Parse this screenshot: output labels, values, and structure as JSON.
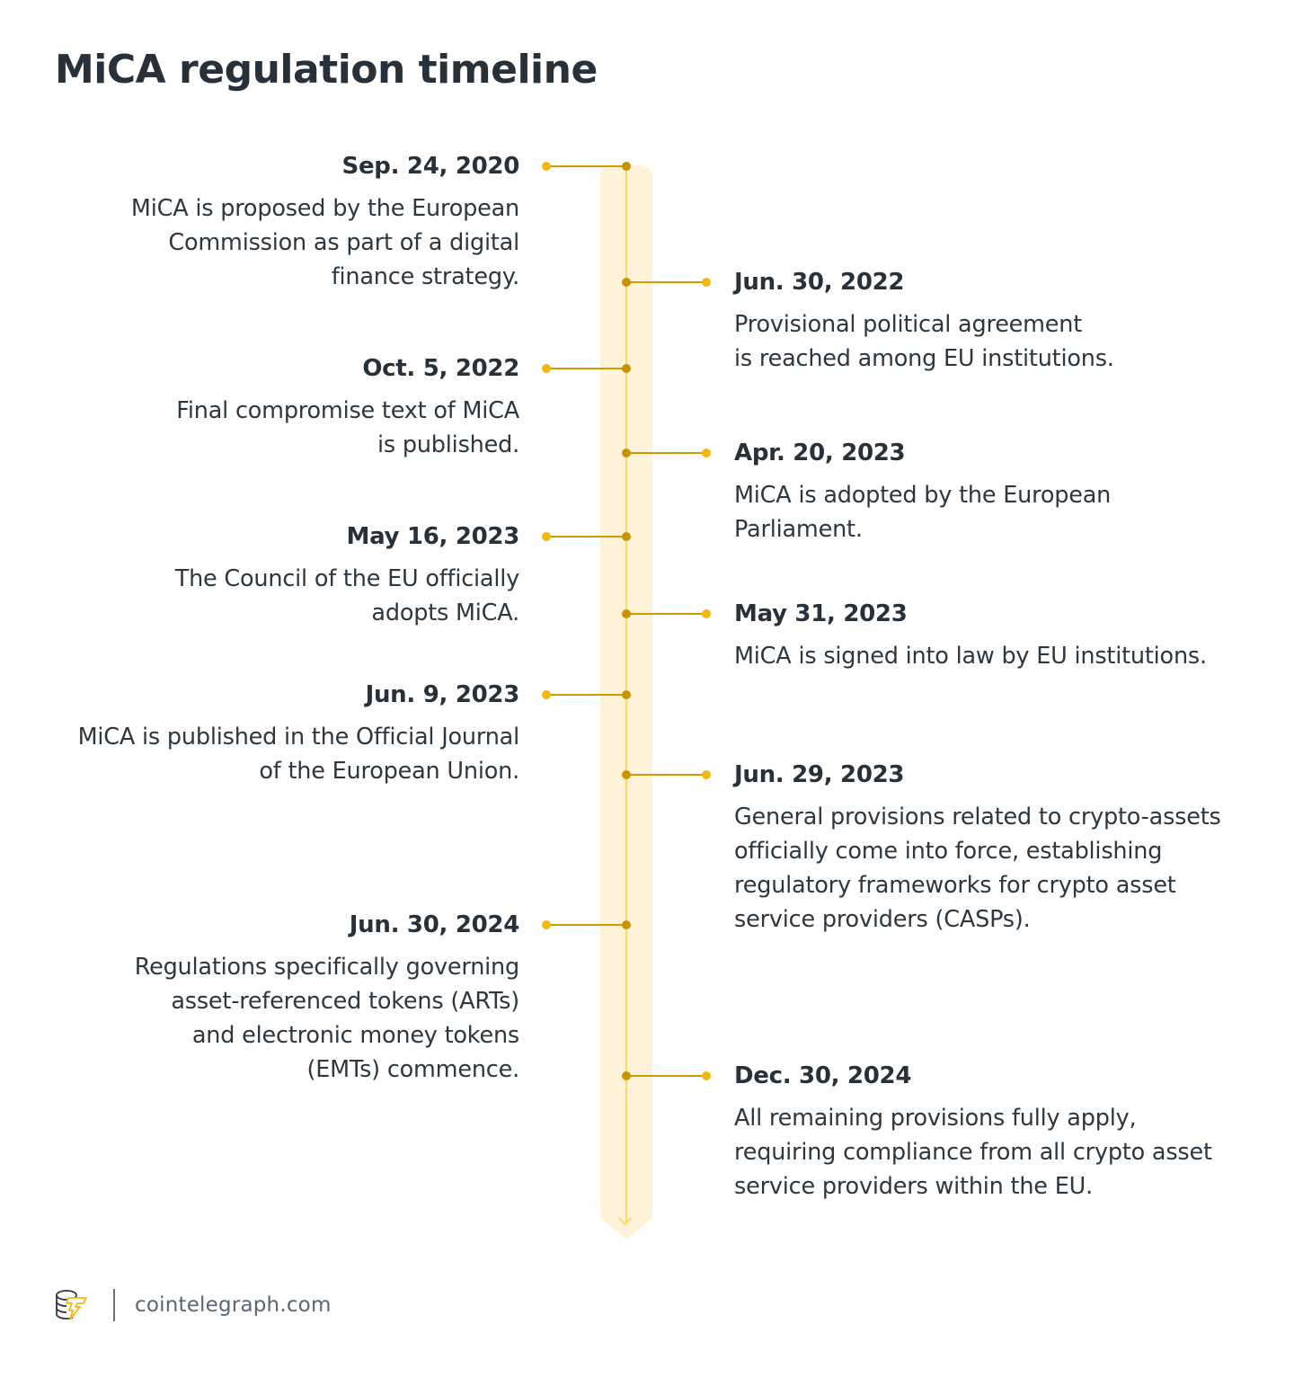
{
  "title": "MiCA regulation timeline",
  "colors": {
    "band": "#fff4d9",
    "axis": "#ffd769",
    "connector": "#d19a00",
    "inner_dot": "#c99300",
    "outer_dot": "#f5b70f",
    "text": "#27313a"
  },
  "events": [
    {
      "side": "left",
      "date": "Sep. 24, 2020",
      "description": "MiCA is proposed by the European\nCommission as part of a digital\nfinance strategy."
    },
    {
      "side": "right",
      "date": "Jun. 30, 2022",
      "description": "Provisional political agreement\nis reached among EU institutions."
    },
    {
      "side": "left",
      "date": "Oct. 5, 2022",
      "description": "Final compromise text of MiCA\nis published."
    },
    {
      "side": "right",
      "date": "Apr. 20, 2023",
      "description": "MiCA is adopted by the European\nParliament."
    },
    {
      "side": "left",
      "date": "May 16, 2023",
      "description": "The Council of the EU officially\nadopts MiCA."
    },
    {
      "side": "right",
      "date": "May 31, 2023",
      "description": "MiCA is signed into law by EU institutions."
    },
    {
      "side": "left",
      "date": "Jun. 9, 2023",
      "description": "MiCA is published in the Official Journal\nof the European Union."
    },
    {
      "side": "right",
      "date": "Jun. 29, 2023",
      "description": "General provisions related to crypto-assets\nofficially come into force, establishing\nregulatory frameworks for crypto asset\nservice providers (CASPs)."
    },
    {
      "side": "left",
      "date": "Jun. 30, 2024",
      "description": "Regulations specifically governing\nasset-referenced tokens (ARTs)\nand electronic money tokens\n(EMTs) commence."
    },
    {
      "side": "right",
      "date": "Dec. 30, 2024",
      "description": "All remaining provisions fully apply,\nrequiring compliance from all crypto asset\nservice providers within the EU."
    }
  ],
  "footer": {
    "logo_icon": "cointelegraph-logo-icon",
    "site": "cointelegraph.com"
  }
}
